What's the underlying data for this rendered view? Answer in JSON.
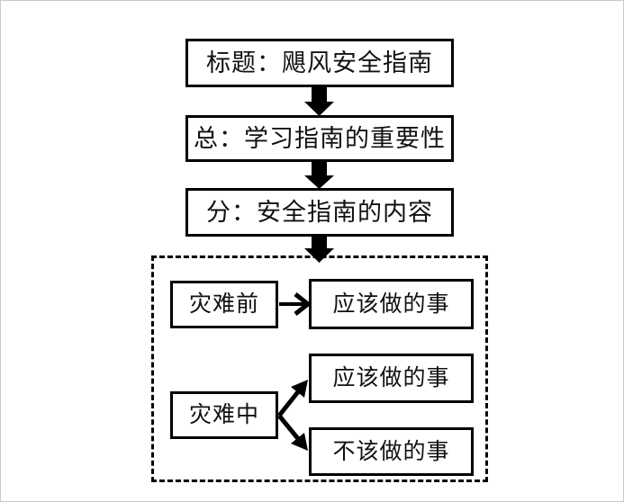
{
  "diagram": {
    "title_node": {
      "label": "标题：飓风安全指南"
    },
    "summary_node": {
      "label": "总：学习指南的重要性"
    },
    "detail_node": {
      "label": "分：安全指南的内容"
    },
    "group": {
      "name": "dashed-detail-group",
      "border_style": "dashed",
      "border_color": "#000000"
    },
    "branches": [
      {
        "stage": "灾难前",
        "outcomes": [
          "应该做的事"
        ]
      },
      {
        "stage": "灾难中",
        "outcomes": [
          "应该做的事",
          "不该做的事"
        ]
      }
    ],
    "connectors": [
      {
        "name": "title-to-summary",
        "type": "down-arrow"
      },
      {
        "name": "summary-to-detail",
        "type": "down-arrow"
      },
      {
        "name": "detail-to-group",
        "type": "down-arrow"
      },
      {
        "name": "before-to-should",
        "type": "right-arrow"
      },
      {
        "name": "during-to-should",
        "type": "diagonal-up-arrow"
      },
      {
        "name": "during-to-shouldnot",
        "type": "diagonal-down-arrow"
      }
    ],
    "colors": {
      "stroke": "#000000",
      "background": "#ffffff",
      "frame": "#c9c9c9"
    }
  }
}
